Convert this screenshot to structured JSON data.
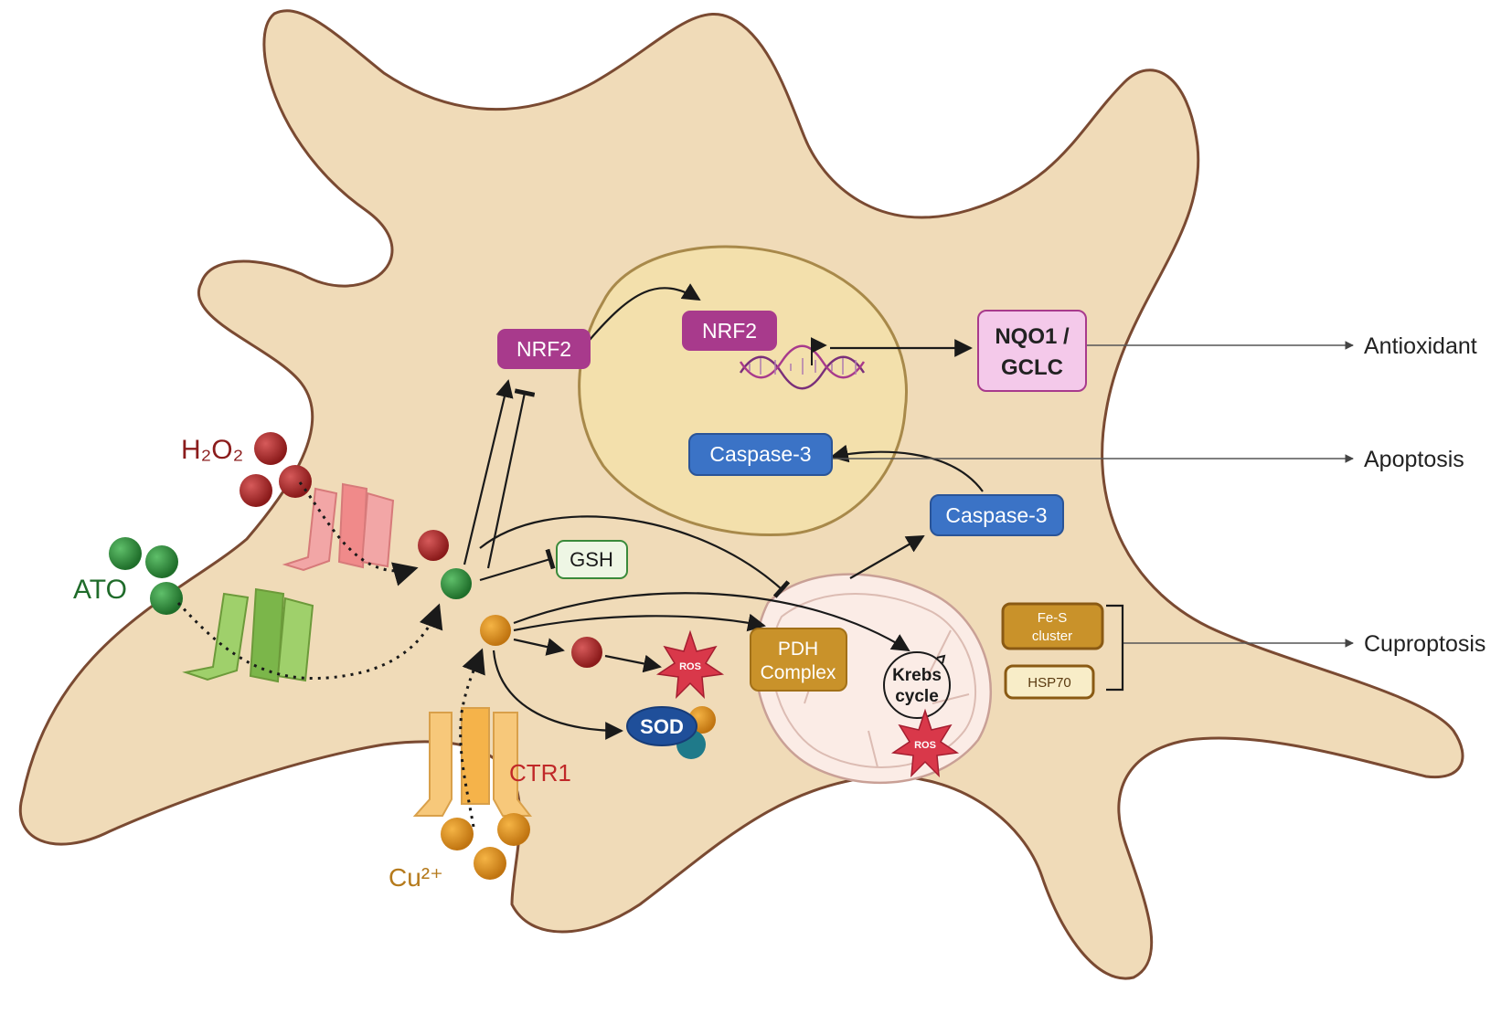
{
  "labels": {
    "h2o2": "H₂O₂",
    "ato": "ATO",
    "cu": "Cu²⁺",
    "ctr1": "CTR1",
    "nrf2_cyto": "NRF2",
    "nrf2_nuc": "NRF2",
    "nqo1_line1": "NQO1 /",
    "nqo1_line2": "GCLC",
    "caspase3_nuc": "Caspase-3",
    "caspase3_cyto": "Caspase-3",
    "gsh": "GSH",
    "pdh_line1": "PDH",
    "pdh_line2": "Complex",
    "krebs_line1": "Krebs",
    "krebs_line2": "cycle",
    "ros_cyto": "ROS",
    "ros_mito": "ROS",
    "sod": "SOD",
    "fes_line1": "Fe-S",
    "fes_line2": "cluster",
    "hsp70": "HSP70",
    "antioxidant": "Antioxidant",
    "apoptosis": "Apoptosis",
    "cuproptosis": "Cuproptosis"
  },
  "colors": {
    "cell_fill": "#f0dbb8",
    "cell_stroke": "#7a4a32",
    "nucleus_fill": "#f4e2a8",
    "nucleus_stroke": "#a8894a",
    "nrf2": "#a83a8c",
    "caspase": "#3b73c6",
    "pdh": "#c9922a",
    "h2o2_ball": "#9b2020",
    "ato_ball": "#2e8b3a",
    "cu_ball": "#d98c14",
    "h2o2_text": "#8b1c1c",
    "ato_text": "#1f6b2a",
    "cu_text": "#b57a1c",
    "ctr1_text": "#c02828",
    "ros": "#d9384a",
    "sod": "#1f4f9a"
  }
}
